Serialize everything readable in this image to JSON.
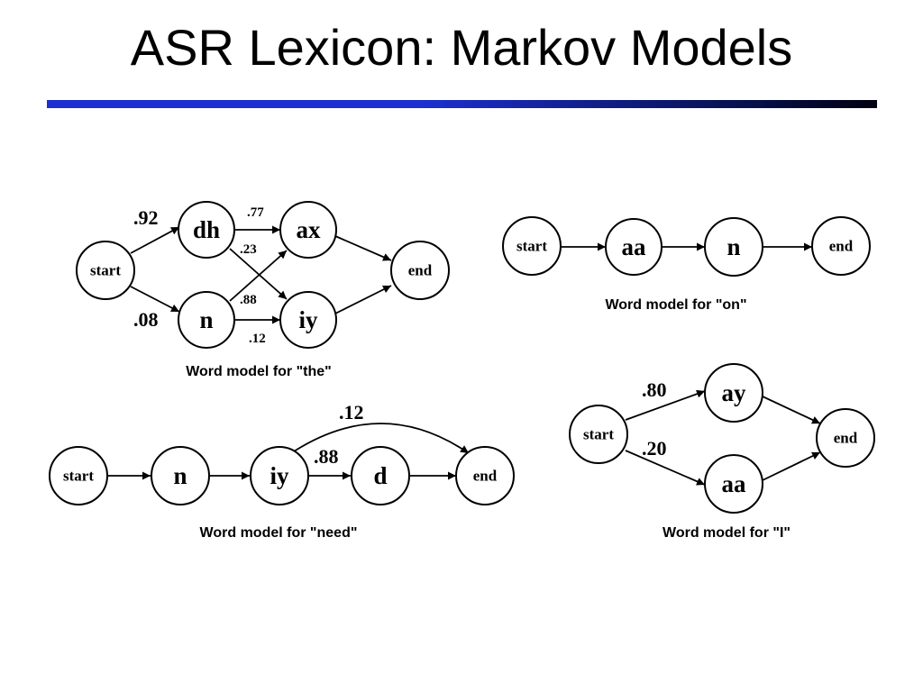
{
  "slide": {
    "title": "ASR Lexicon: Markov Models",
    "rule_color_start": "#1d2fd0",
    "rule_color_end": "#000010"
  },
  "models": {
    "the": {
      "caption": "Word model for \"the\"",
      "states": {
        "start": "start",
        "dh": "dh",
        "n": "n",
        "ax": "ax",
        "iy": "iy",
        "end": "end"
      },
      "probs": {
        "start_dh": ".92",
        "start_n": ".08",
        "dh_ax": ".77",
        "dh_iy": ".23",
        "n_ax": ".88",
        "n_iy": ".12"
      }
    },
    "on": {
      "caption": "Word model for \"on\"",
      "states": {
        "start": "start",
        "aa": "aa",
        "n": "n",
        "end": "end"
      }
    },
    "need": {
      "caption": "Word model for \"need\"",
      "states": {
        "start": "start",
        "n": "n",
        "iy": "iy",
        "d": "d",
        "end": "end"
      },
      "probs": {
        "iy_end": ".12",
        "iy_d": ".88"
      }
    },
    "i": {
      "caption": "Word model for \"I\"",
      "states": {
        "start": "start",
        "ay": "ay",
        "aa": "aa",
        "end": "end"
      },
      "probs": {
        "start_ay": ".80",
        "start_aa": ".20"
      }
    }
  }
}
